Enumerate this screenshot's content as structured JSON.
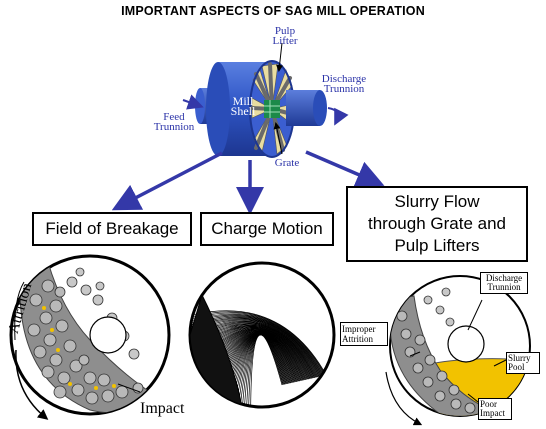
{
  "title": "IMPORTANT ASPECTS OF SAG MILL OPERATION",
  "mill_labels": {
    "pulp_lifter": "Pulp Lifter",
    "mill_shell": "Mill Shell",
    "discharge_trunnion": "Discharge Trunnion",
    "feed_trunnion": "Feed Trunnion",
    "grate": "Grate"
  },
  "boxes": {
    "field_of_breakage": "Field of Breakage",
    "charge_motion": "Charge Motion",
    "slurry_flow_line1": "Slurry Flow",
    "slurry_flow_line2": "through Grate and",
    "slurry_flow_line3": "Pulp Lifters"
  },
  "breakage_labels": {
    "attrition": "Attrition",
    "impact": "Impact"
  },
  "slurry_labels": {
    "discharge_trunnion": "Discharge Trunnion",
    "improper_attrition": "Improper Attrition",
    "slurry_pool": "Slurry Pool",
    "poor_impact": "Poor Impact"
  },
  "colors": {
    "blue_shell": "#2f56c6",
    "arrow_blue": "#3438a8",
    "label_blue": "#2b33a8",
    "pulp_yellow": "#f2c200",
    "grate_green": "#1b8a4a",
    "rock_gray": "#a0a0a0"
  }
}
